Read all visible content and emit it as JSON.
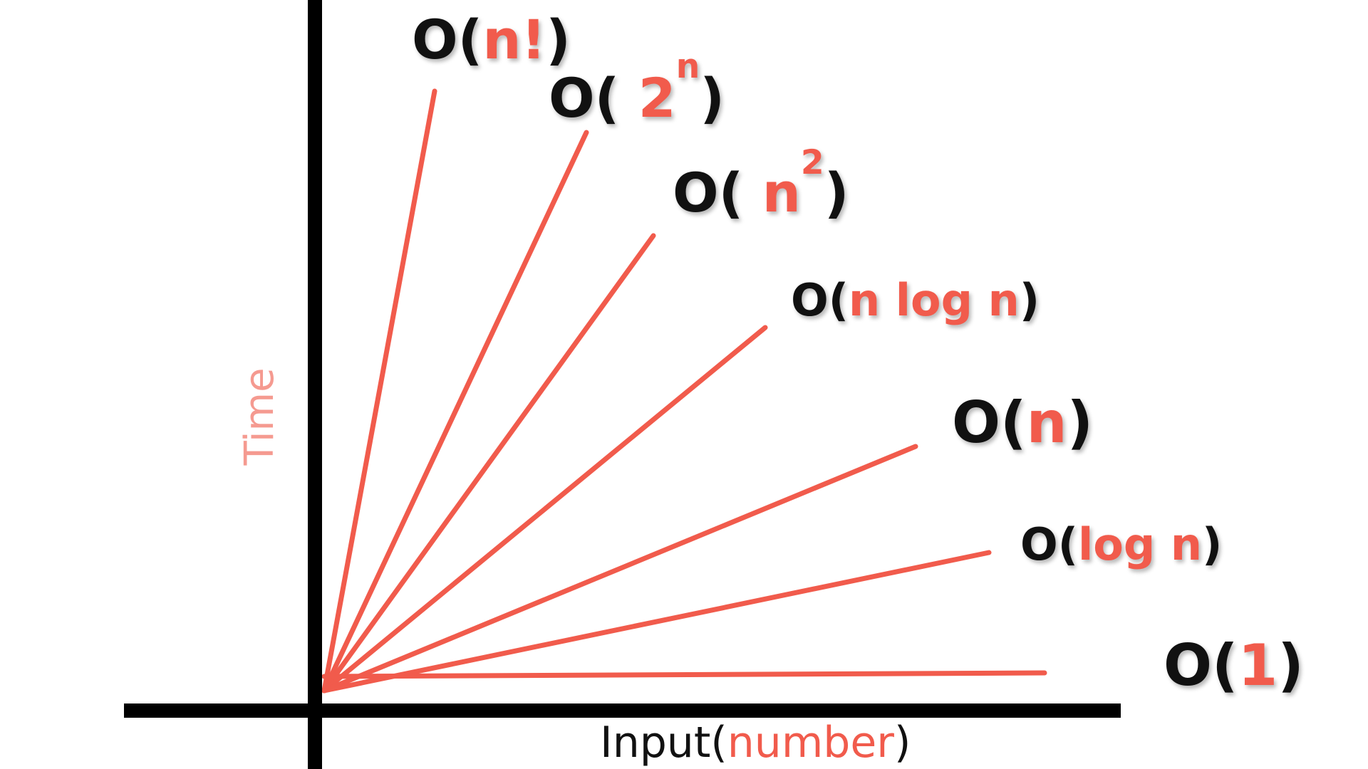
{
  "colors": {
    "axis": "#000000",
    "curve": "#f15b4c",
    "label_dark": "#111111",
    "label_accent": "#f15b4c",
    "y_label": "#f59a90"
  },
  "axes": {
    "y_label": "Time",
    "x_label_prefix": "Input(",
    "x_label_accent": "number",
    "x_label_suffix": ")"
  },
  "complexities": [
    {
      "id": "factorial",
      "prefix": "O(",
      "term": "n!",
      "sup": "",
      "suffix": ")"
    },
    {
      "id": "exponential",
      "prefix": "O(",
      "term": " 2",
      "sup": "n",
      "suffix": ")"
    },
    {
      "id": "quadratic",
      "prefix": "O(",
      "term": " n",
      "sup": "2",
      "suffix": ")"
    },
    {
      "id": "linearithmic",
      "prefix": "O(",
      "term": "n log n",
      "sup": "",
      "suffix": ")"
    },
    {
      "id": "linear",
      "prefix": "O(",
      "term": "n",
      "sup": "",
      "suffix": ")"
    },
    {
      "id": "logarithmic",
      "prefix": "O(",
      "term": "log n",
      "sup": "",
      "suffix": ")"
    },
    {
      "id": "constant",
      "prefix": "O(",
      "term": "1",
      "sup": "",
      "suffix": ")"
    }
  ]
}
